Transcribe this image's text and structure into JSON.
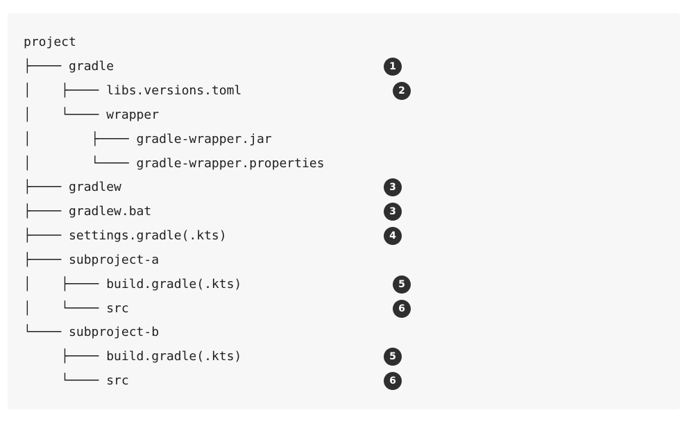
{
  "tree": {
    "lines": [
      "project",
      "├──── gradle",
      "│    ├──── libs.versions.toml",
      "│    └──── wrapper",
      "│        ├──── gradle-wrapper.jar",
      "│        └──── gradle-wrapper.properties",
      "├──── gradlew",
      "├──── gradlew.bat",
      "├──── settings.gradle(.kts)",
      "├──── subproject-a",
      "│    ├──── build.gradle(.kts)",
      "│    └──── src",
      "└──── subproject-b",
      "     ├──── build.gradle(.kts)",
      "     └──── src"
    ]
  },
  "callouts": [
    "1",
    "2",
    "3",
    "3",
    "4",
    "5",
    "6",
    "5",
    "6"
  ],
  "colors": {
    "panel_background": "#f7f7f8",
    "callout_background": "#2f2f2f",
    "text": "#1f1f1f"
  }
}
